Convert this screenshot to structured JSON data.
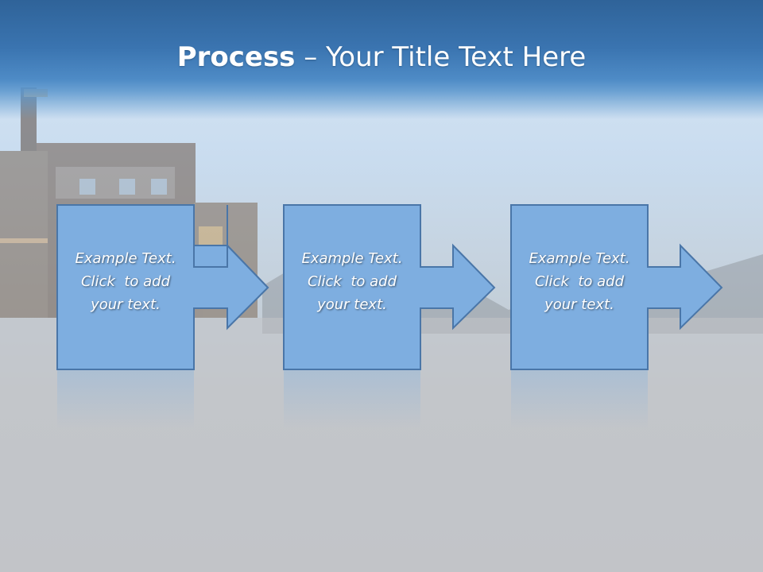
{
  "slide": {
    "title_bold": "Process",
    "title_rest": " – Your Title Text Here"
  },
  "steps": [
    {
      "line1": "Example Text.",
      "line2": "Click  to add",
      "line3": "your text."
    },
    {
      "line1": "Example Text.",
      "line2": "Click  to add",
      "line3": "your text."
    },
    {
      "line1": "Example Text.",
      "line2": "Click  to add",
      "line3": "your text."
    }
  ],
  "colors": {
    "title_bar": "#3a74b0",
    "box_fill": "#7eaee0",
    "box_border": "#4a76a8",
    "text": "#ffffff"
  }
}
